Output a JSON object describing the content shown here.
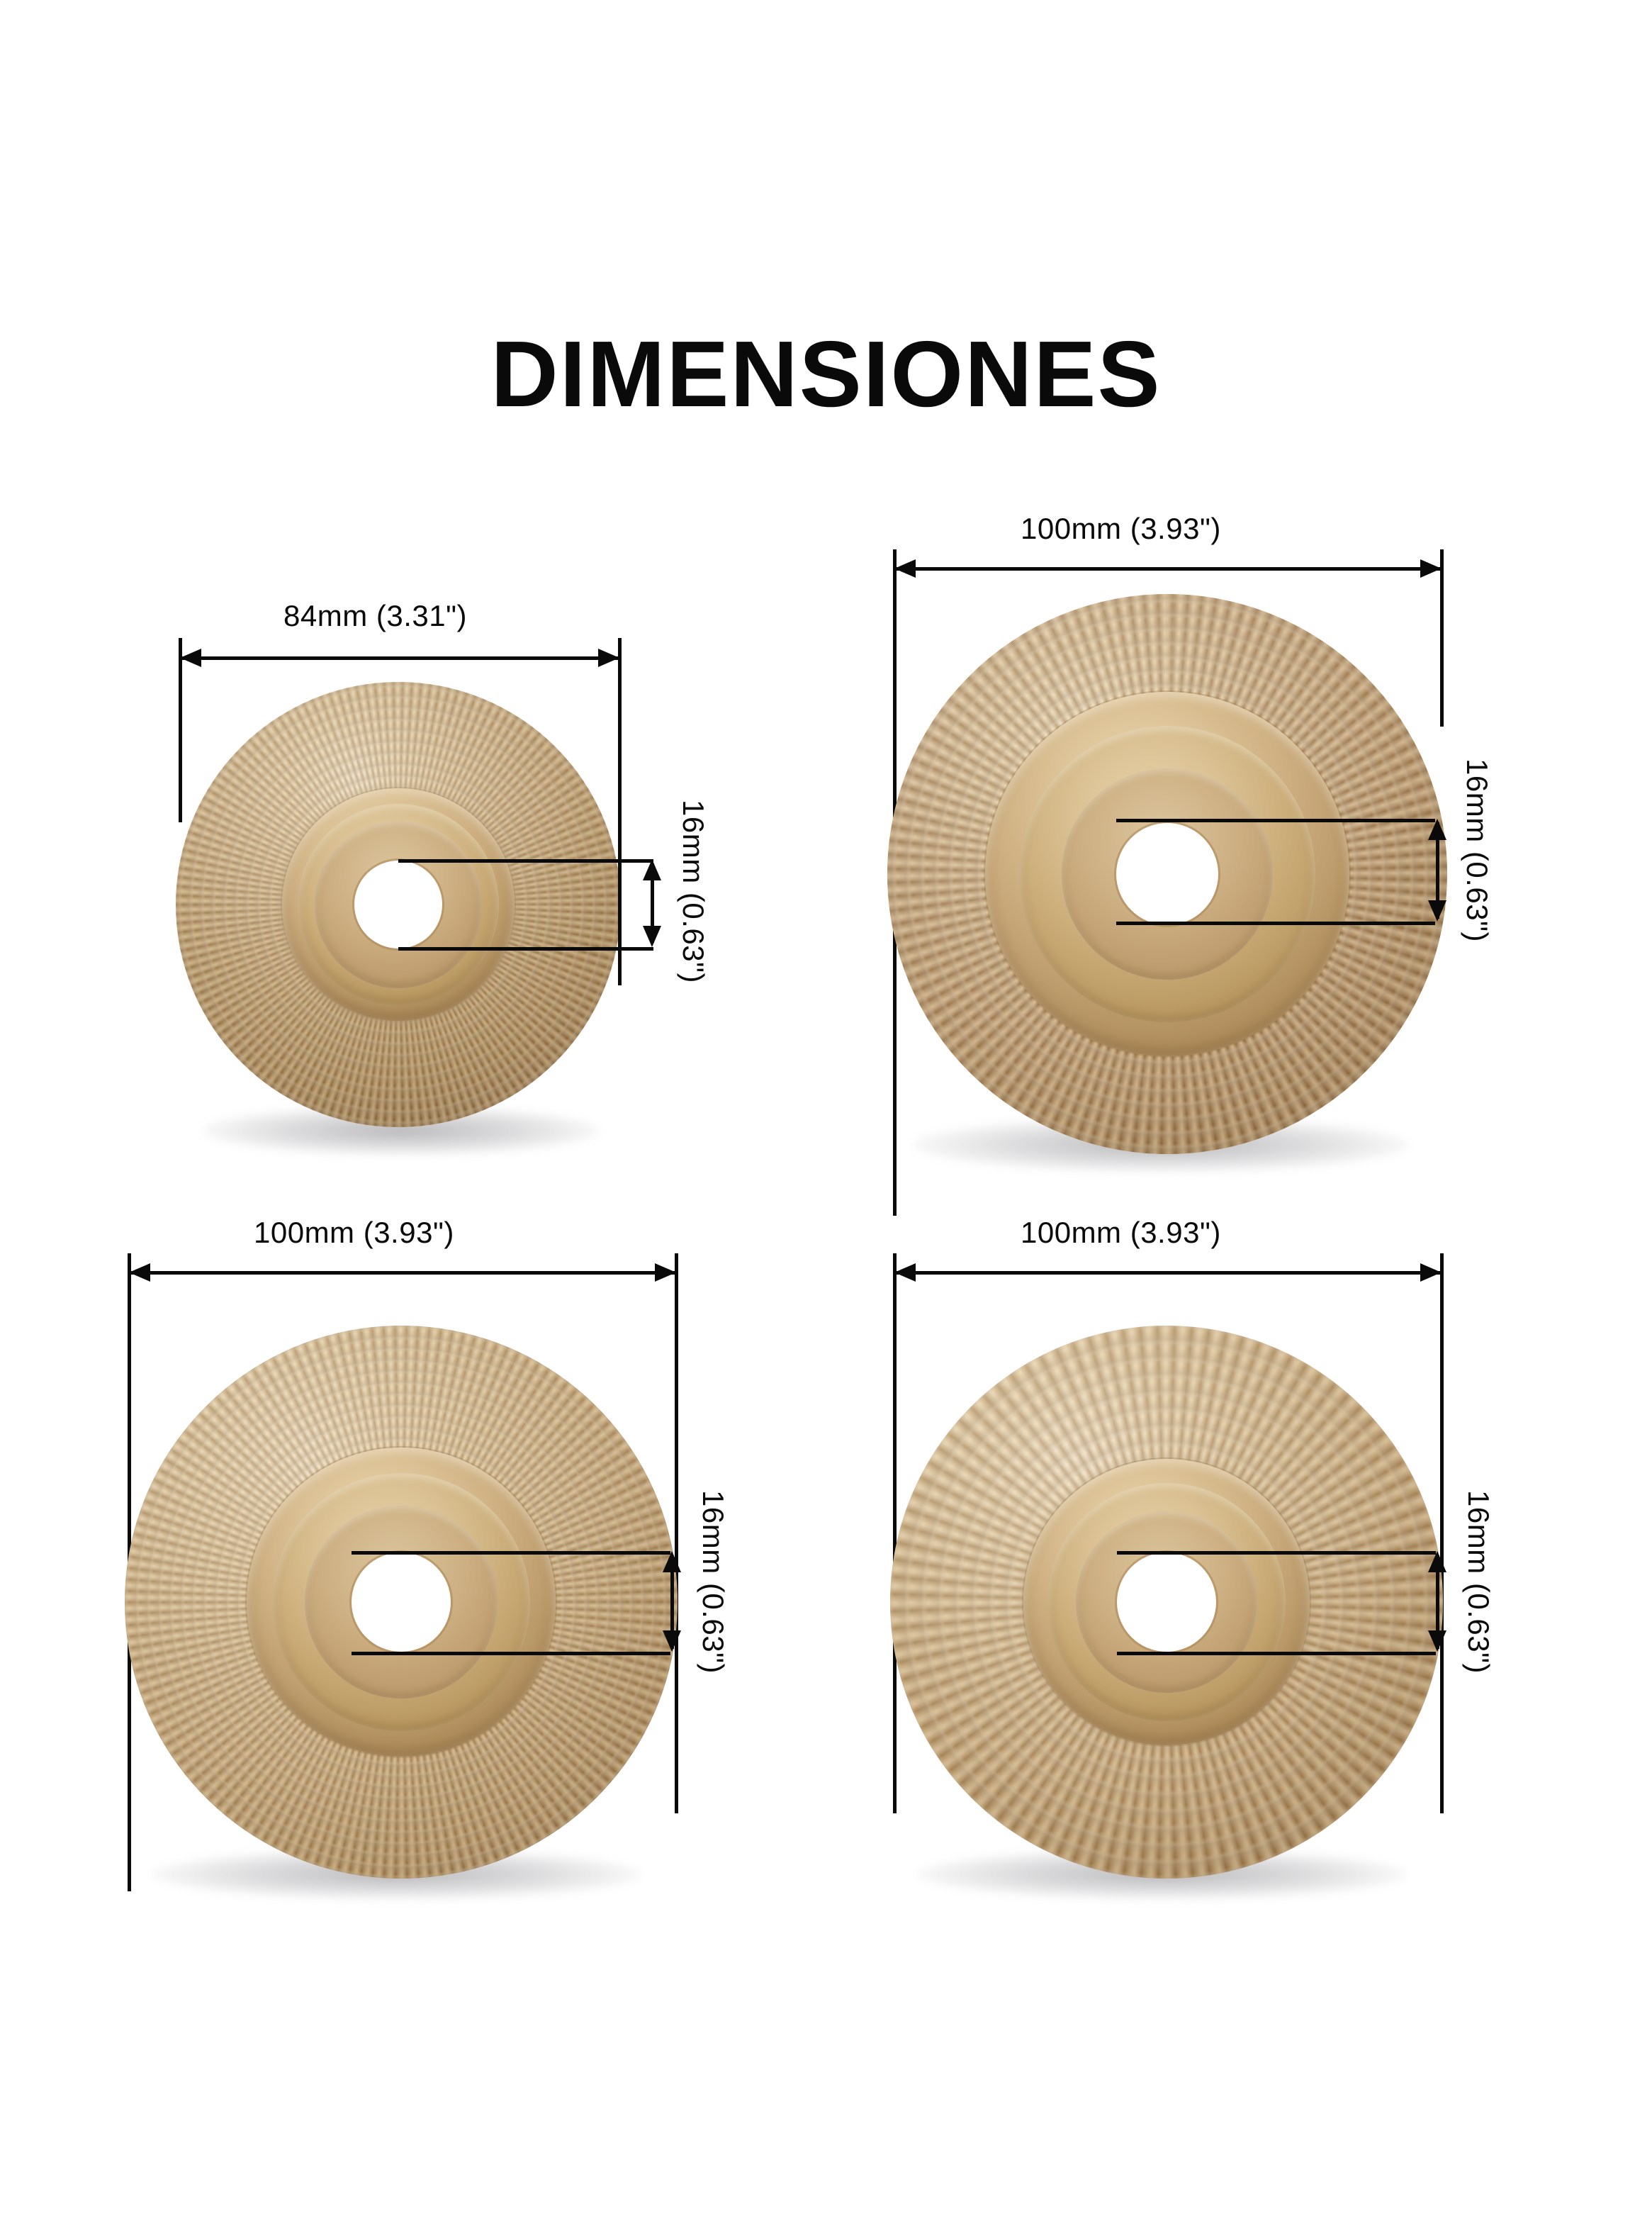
{
  "page": {
    "title": "DIMENSIONES",
    "background_color": "#ffffff",
    "line_color": "#0a0a0a",
    "gold_highlight": "#f0ddbb",
    "gold_mid": "#cda97a",
    "gold_shadow": "#8e6a3d",
    "bore_color": "#ffffff"
  },
  "figures": [
    {
      "id": "wheel-domed-84",
      "position": "top-left",
      "description": "domed carbide burr shaping disc with pyramid teeth",
      "width_label": "84mm  (3.31\")",
      "width_mm": 84,
      "width_in": 3.31,
      "bore_label": "16mm  (0.63\")",
      "bore_mm": 16,
      "bore_in": 0.63
    },
    {
      "id": "wheel-bowl-100",
      "position": "top-right",
      "description": "bowl shaped carving disc with toothed outer ring",
      "width_label": "100mm  (3.93\")",
      "width_mm": 100,
      "width_in": 3.93,
      "bore_label": "16mm  (0.63\")",
      "bore_mm": 16,
      "bore_in": 0.63
    },
    {
      "id": "wheel-flat-fine-100",
      "position": "bottom-left",
      "description": "flat shaping disc with fine pyramid teeth and raised hub",
      "width_label": "100mm  (3.93\")",
      "width_mm": 100,
      "width_in": 3.93,
      "bore_label": "16mm  (0.63\")",
      "bore_mm": 16,
      "bore_in": 0.63
    },
    {
      "id": "wheel-flat-coarse-100",
      "position": "bottom-right",
      "description": "flat grinding disc with coarse radial pyramid teeth",
      "width_label": "100mm  (3.93\")",
      "width_mm": 100,
      "width_in": 3.93,
      "bore_label": "16mm  (0.63\")",
      "bore_mm": 16,
      "bore_in": 0.63
    }
  ]
}
